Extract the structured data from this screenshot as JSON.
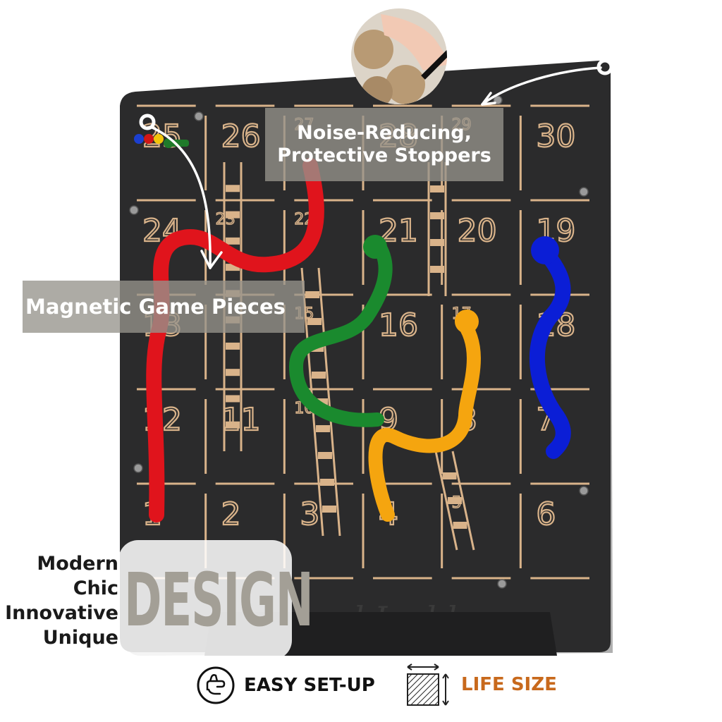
{
  "board": {
    "cells": [
      {
        "n": "1",
        "row": 0,
        "col": 0,
        "big": true
      },
      {
        "n": "2",
        "row": 0,
        "col": 1,
        "big": true
      },
      {
        "n": "3",
        "row": 0,
        "col": 2,
        "big": true
      },
      {
        "n": "4",
        "row": 0,
        "col": 3,
        "big": true
      },
      {
        "n": "5",
        "row": 0,
        "col": 4,
        "big": false
      },
      {
        "n": "6",
        "row": 0,
        "col": 5,
        "big": true
      },
      {
        "n": "7",
        "row": 1,
        "col": 5,
        "big": true
      },
      {
        "n": "8",
        "row": 1,
        "col": 4,
        "big": true
      },
      {
        "n": "9",
        "row": 1,
        "col": 3,
        "big": true
      },
      {
        "n": "10",
        "row": 1,
        "col": 2,
        "big": false
      },
      {
        "n": "11",
        "row": 1,
        "col": 1,
        "big": true
      },
      {
        "n": "12",
        "row": 1,
        "col": 0,
        "big": true
      },
      {
        "n": "13",
        "row": 2,
        "col": 0,
        "big": true
      },
      {
        "n": "15",
        "row": 2,
        "col": 2,
        "big": false
      },
      {
        "n": "16",
        "row": 2,
        "col": 3,
        "big": true
      },
      {
        "n": "17",
        "row": 2,
        "col": 4,
        "big": false
      },
      {
        "n": "18",
        "row": 2,
        "col": 5,
        "big": true
      },
      {
        "n": "19",
        "row": 3,
        "col": 5,
        "big": true
      },
      {
        "n": "20",
        "row": 3,
        "col": 4,
        "big": true
      },
      {
        "n": "21",
        "row": 3,
        "col": 3,
        "big": true
      },
      {
        "n": "22",
        "row": 3,
        "col": 2,
        "big": false
      },
      {
        "n": "23",
        "row": 3,
        "col": 1,
        "big": false
      },
      {
        "n": "24",
        "row": 3,
        "col": 0,
        "big": true
      },
      {
        "n": "25",
        "row": 4,
        "col": 0,
        "big": true
      },
      {
        "n": "26",
        "row": 4,
        "col": 1,
        "big": true
      },
      {
        "n": "27",
        "row": 4,
        "col": 2,
        "big": false
      },
      {
        "n": "28",
        "row": 4,
        "col": 3,
        "big": true
      },
      {
        "n": "29",
        "row": 4,
        "col": 4,
        "big": false
      },
      {
        "n": "30",
        "row": 4,
        "col": 5,
        "big": true
      }
    ],
    "snakes": [
      {
        "name": "red-snake",
        "color": "#e0141c"
      },
      {
        "name": "green-snake",
        "color": "#1a8a2e"
      },
      {
        "name": "orange-snake",
        "color": "#f5a50f"
      },
      {
        "name": "blue-snake",
        "color": "#0b1ed6"
      }
    ],
    "pegs": [
      "#1b3fd0",
      "#d11616",
      "#f2c40a",
      "#1f7a2a"
    ],
    "board_color": "#2b2b2c",
    "engrave_color": "#d9b38a"
  },
  "annotations": {
    "stoppers": {
      "line1": "Noise-Reducing,",
      "line2": "Protective Stoppers"
    },
    "magnetic": "Magnetic Game Pieces"
  },
  "design": {
    "words": [
      "Modern",
      "Chic",
      "Innovative",
      "Unique"
    ],
    "big_word": "DESIGN",
    "big_word_color": "#a39f96"
  },
  "features": [
    {
      "label": "EASY SET-UP",
      "icon": "hand-gesture-icon",
      "color": "#111111"
    },
    {
      "label": "LIFE SIZE",
      "icon": "size-square-icon",
      "color": "#c8691c"
    }
  ]
}
